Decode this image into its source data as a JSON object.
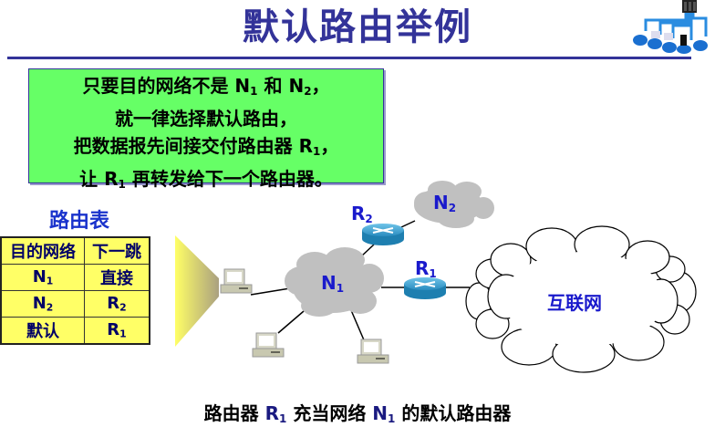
{
  "title": "默认路由举例",
  "header_icon": "network-server-icon",
  "info_box": {
    "lines": [
      {
        "before": "只要目的网络不是 N",
        "sub1": "1",
        "mid": " 和 N",
        "sub2": "2",
        "after": "，"
      },
      {
        "text": "就一律选择默认路由，"
      },
      {
        "before": "把数据报先间接交付路由器 R",
        "sub1": "1",
        "after": "，"
      },
      {
        "before": "让 R",
        "sub1": "1",
        "after": " 再转发给下一个路由器。"
      }
    ]
  },
  "routing_table": {
    "title": "路由表",
    "headers": [
      "目的网络",
      "下一跳"
    ],
    "rows": [
      {
        "dest": "N",
        "dest_sub": "1",
        "next": "直接",
        "next_sub": ""
      },
      {
        "dest": "N",
        "dest_sub": "2",
        "next": "R",
        "next_sub": "2"
      },
      {
        "dest": "默认",
        "dest_sub": "",
        "next": "R",
        "next_sub": "1"
      }
    ]
  },
  "diagram": {
    "n1": {
      "label": "N",
      "sub": "1"
    },
    "n2": {
      "label": "N",
      "sub": "2"
    },
    "r1": {
      "label": "R",
      "sub": "1"
    },
    "r2": {
      "label": "R",
      "sub": "2"
    },
    "internet": "互联网",
    "colors": {
      "cloud": "#c0c0c0",
      "router": "#1e90c8",
      "label": "#1a1acc",
      "table": "#ffff66"
    }
  },
  "caption": {
    "p1": "路由器 ",
    "r": "R",
    "r_sub": "1",
    "p2": " 充当网络 ",
    "n": "N",
    "n_sub": "1",
    "p3": " 的默认路由器"
  }
}
